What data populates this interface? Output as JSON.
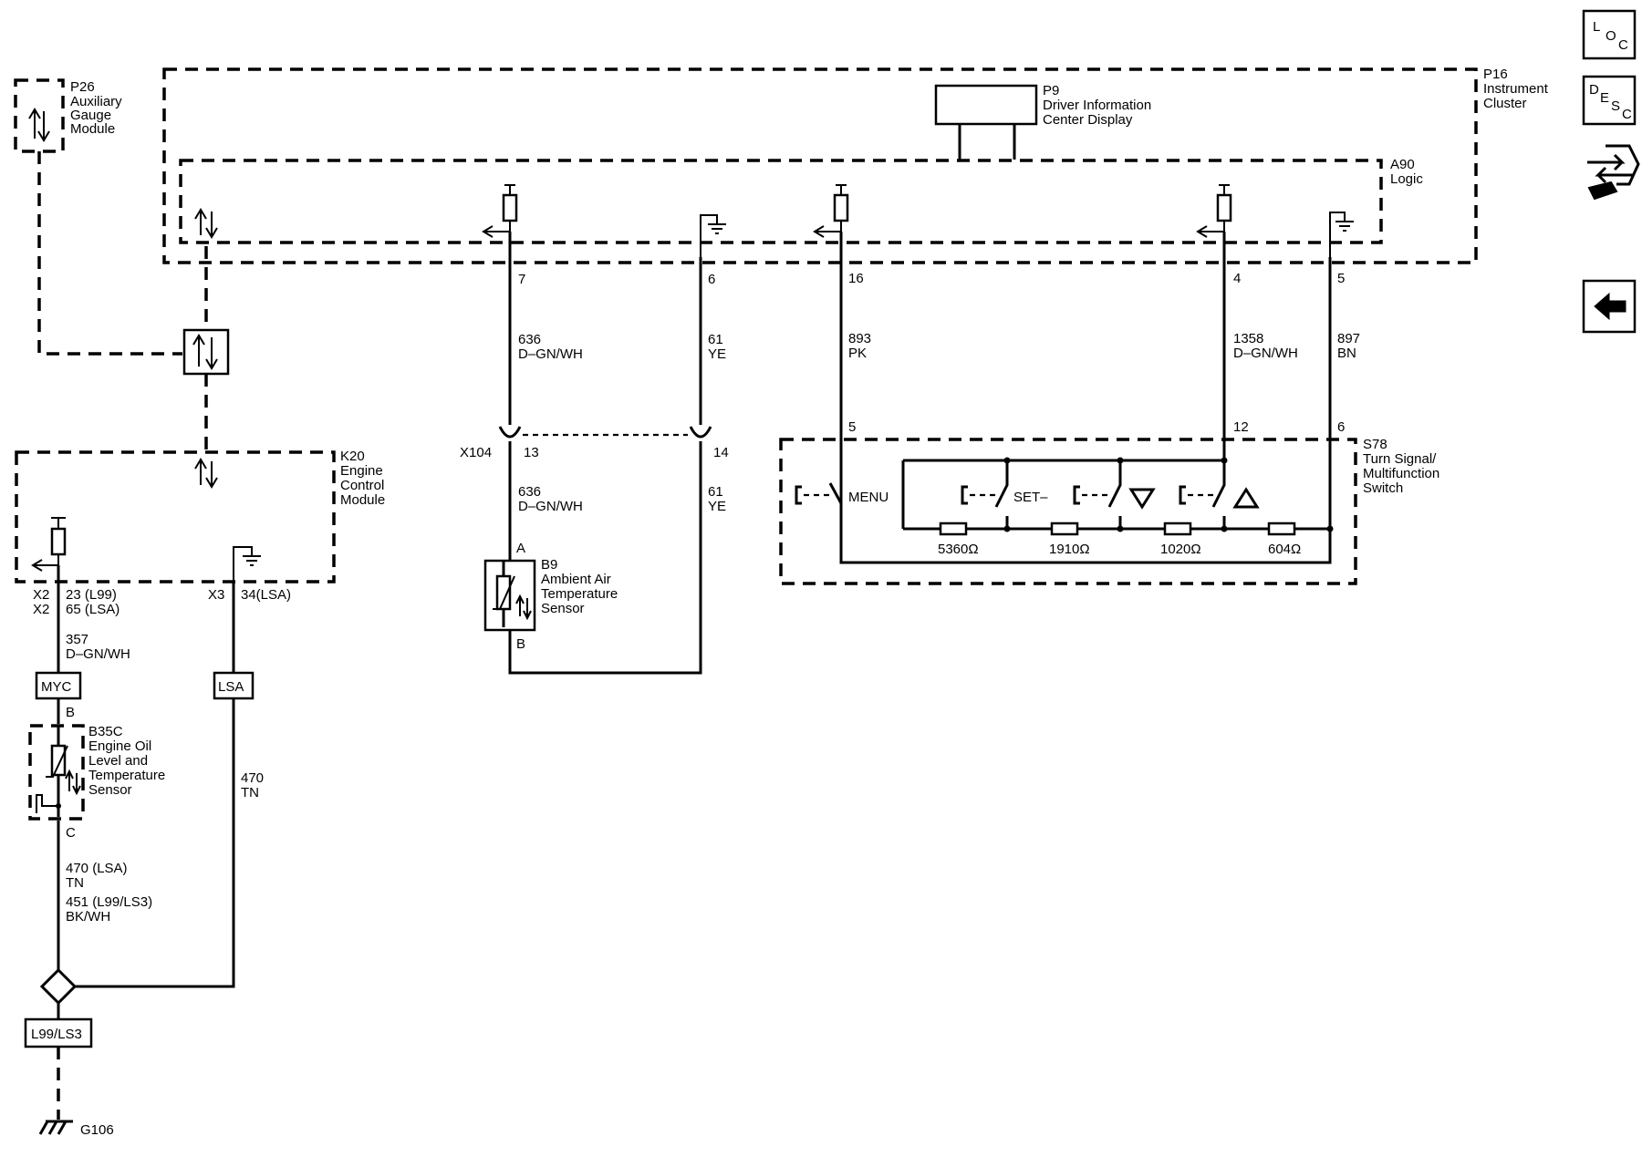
{
  "modules": {
    "p26": {
      "ref": "P26",
      "name": [
        "Auxiliary",
        "Gauge",
        "Module"
      ]
    },
    "p16": {
      "ref": "P16",
      "name": [
        "Instrument",
        "Cluster"
      ]
    },
    "p9": {
      "ref": "P9",
      "name": [
        "Driver Information",
        "Center Display"
      ]
    },
    "a90": {
      "ref": "A90",
      "name": [
        "Logic"
      ]
    },
    "k20": {
      "ref": "K20",
      "name": [
        "Engine",
        "Control",
        "Module"
      ]
    },
    "b9": {
      "ref": "B9",
      "name": [
        "Ambient Air",
        "Temperature",
        "Sensor"
      ]
    },
    "b35c": {
      "ref": "B35C",
      "name": [
        "Engine Oil",
        "Level and",
        "Temperature",
        "Sensor"
      ]
    },
    "s78": {
      "ref": "S78",
      "name": [
        "Turn Signal/",
        "Multifunction",
        "Switch"
      ]
    }
  },
  "pins": {
    "p16_7": "7",
    "p16_6": "6",
    "p16_16": "16",
    "p16_4": "4",
    "p16_5": "5",
    "s78_5": "5",
    "s78_12": "12",
    "s78_6": "6",
    "x104_13": "13",
    "x104_14": "14",
    "b9_a": "A",
    "b9_b": "B",
    "b35c_b": "B",
    "b35c_c": "C"
  },
  "connectors": {
    "x104": "X104",
    "k20_x2a": "X2",
    "k20_x2b": "X2",
    "k20_x3": "X3",
    "k20_pin_l99": "23 (L99)",
    "k20_pin_lsa": "65 (LSA)",
    "k20_pin_x3": "34(LSA)"
  },
  "wires": {
    "w636_top": {
      "circuit": "636",
      "color": "D–GN/WH"
    },
    "w61_top": {
      "circuit": "61",
      "color": "YE"
    },
    "w893": {
      "circuit": "893",
      "color": "PK"
    },
    "w1358": {
      "circuit": "1358",
      "color": "D–GN/WH"
    },
    "w897": {
      "circuit": "897",
      "color": "BN"
    },
    "w636_bot": {
      "circuit": "636",
      "color": "D–GN/WH"
    },
    "w61_bot": {
      "circuit": "61",
      "color": "YE"
    },
    "w357": {
      "circuit": "357",
      "color": "D–GN/WH"
    },
    "w470": {
      "circuit": "470",
      "color": "TN"
    },
    "w470_lsa": {
      "circuit": "470 (LSA)",
      "color": "TN"
    },
    "w451": {
      "circuit": "451 (L99/LS3)",
      "color": "BK/WH"
    }
  },
  "options": {
    "myc": "MYC",
    "lsa": "LSA",
    "l99ls3": "L99/LS3"
  },
  "ground": {
    "g106": "G106"
  },
  "switch_labels": {
    "menu": "MENU",
    "set": "SET–"
  },
  "resistors": [
    "5360Ω",
    "1910Ω",
    "1020Ω",
    "604Ω"
  ],
  "nav": {
    "loc": {
      "l1": "L",
      "l2": "O",
      "l3": "C"
    },
    "desc": {
      "l1": "D",
      "l2": "E",
      "l3": "S",
      "l4": "C"
    }
  }
}
